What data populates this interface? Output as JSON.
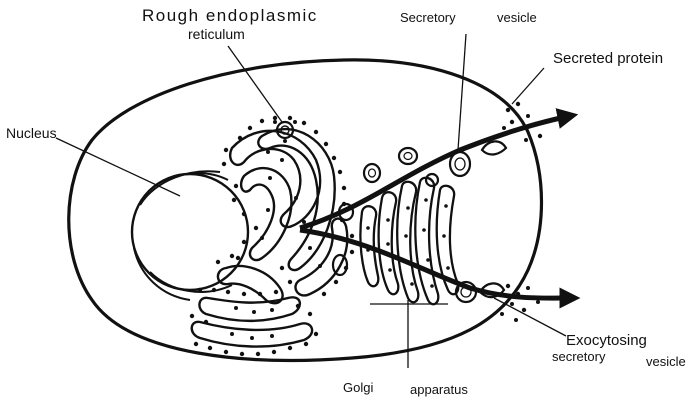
{
  "labels": {
    "rough_er_line1": "Rough  endoplasmic",
    "rough_er_line2": "reticulum",
    "secretory": "Secretory",
    "vesicle": "vesicle",
    "secreted_protein": "Secreted protein",
    "nucleus": "Nucleus",
    "exocytosing": "Exocytosing",
    "secretory2": "secretory",
    "vesicle2": "vesicle",
    "golgi": "Golgi",
    "apparatus": "apparatus"
  },
  "colors": {
    "ink": "#111111",
    "background": "#ffffff"
  }
}
